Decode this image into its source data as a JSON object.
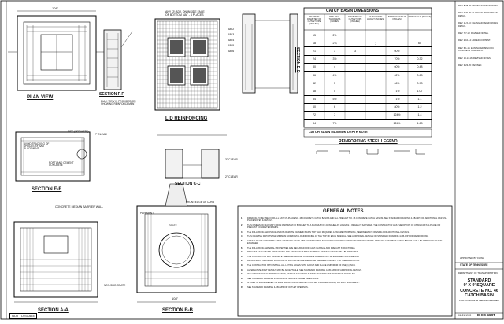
{
  "views": {
    "plan_view": "PLAN VIEW",
    "section_f": "SECTION F-F",
    "lid_reinforcing": "LID REINFORCING",
    "section_d": "SECTION D-D",
    "section_e": "SECTION E-E",
    "section_c": "SECTION C-C",
    "section_a": "SECTION A-A",
    "section_b": "SECTION B-B"
  },
  "dims": {
    "plan_width": "108\"",
    "b_width": "108\"",
    "clear_3": "3\" CLEAR",
    "clear_2": "2\" CLEAR",
    "clear_2b": "2\" CLEAR"
  },
  "bar_marks": [
    "A802",
    "A803",
    "A804",
    "A805",
    "A806"
  ],
  "notes_left": {
    "bulk_view": "BULK VIEW IS PROVIDED ON SHOWING REINFORCEMENT",
    "avoid_tracking": "AVOID TRACKING OF SPLICES BY BAR PLACEMENT",
    "portland": "PORTLAND CEMENT CONCRETE",
    "pipe": "PIPE (SEE NOTE)",
    "concrete_median": "CONCRETE MEDIAN BARRIER WALL",
    "front_edge": "FRONT EDGE OF CURB",
    "pavement": "PAVEMENT",
    "grate": "GRATE",
    "nonskid": "NON-SKID GRATE"
  },
  "catch_basin_table": {
    "title": "CATCH BASIN DIMENSIONS",
    "headers": [
      "MAXIMUM DIAMETER OF OUTLET PIPE (INCHES)",
      "PIPE WALL THICKNESS (INCHES)",
      "DIAMETER OF OUTLET PIPE (INCHES)",
      "OUTLET PIPE HEIGHT (INCHES)",
      "BARRIER HEIGHT (INCHES)",
      "PIPE HEIGHT (INCHES)"
    ],
    "rows": [
      [
        "15",
        "2½",
        "",
        "",
        "",
        ""
      ],
      [
        "18",
        "2¾",
        "",
        ")",
        "",
        "60"
      ],
      [
        "21",
        "3",
        "3",
        "",
        "60½",
        ""
      ],
      [
        "24",
        "3½",
        "",
        "",
        "70½",
        "0.32"
      ],
      [
        "30",
        "4",
        "",
        "",
        "60½",
        "0.48"
      ],
      [
        "36",
        "4½",
        "",
        "",
        "62½",
        "0.68"
      ],
      [
        "42",
        "5",
        "",
        "",
        "66½",
        "0.93"
      ],
      [
        "48",
        "5",
        "",
        "",
        "71½",
        "1.07"
      ],
      [
        "54",
        "5½",
        "",
        "",
        "71½",
        "1.1"
      ],
      [
        "60",
        "6",
        "",
        "",
        "80½",
        "1.2"
      ],
      [
        "72",
        "7",
        "",
        "",
        "124½",
        "1.4"
      ],
      [
        "84",
        "7½",
        "",
        "",
        "124½",
        "1.68"
      ]
    ],
    "footnote": "CATCH BASIN MAXIMUM DEPTH NOTE"
  },
  "reinforcing_legend": {
    "title": "REINFORCING STEEL LEGEND"
  },
  "general_notes": {
    "title": "GENERAL NOTES",
    "items": [
      "DRAWING TO BE USED FOR ALL CAST-IN-PLACE NO. 46 CONCRETE CATCH BASINS AND ALL PRECAST NO. 46 CONCRETE CATCH BASINS. SEE STANDARD DRAWING 4-CB-02P FOR ADDITIONAL CAST-IN-PLACE NOTES & DETAILS.",
      "THIS DIMENSION MAY VARY FROM A MINIMUM OF 8 INCHES TO A MAXIMUM OF 24 INCHES AS LONG AS 8 INCHES IS SATISFIED. THE CONTRACTOR HAS THE OPTION OF USING CAST-IN-PLACE OR PRECAST CONCRETE FRAMES.",
      "THE FOLLOWING MAY PLACE AN AXIS REMOTE FRAME IN BASIN TOP THAT REQUIRES A PAVEMENT OPENING, SEE PAVEMENT OPENING FOR ADDITIONAL DETAILS.",
      "THIS DRAWING DEPICTS THE MINIMUM HORIZONTAL REINFORCING AT THE TOP OF EACH SIDEWALL SEE ADDITIONAL DETAILS ON STANDARD DRAWING 4-CB-02P FOR REINFORCING.",
      "CAST-IN-PLACE CONCRETE CATCH BASIN WALL SHALL BE CONSTRUCTED IN ACCORDANCE WITH STANDARD SPECIFICATIONS. PRECAST CONCRETE CATCH BASINS SHALL BE APPROVED BY THE ENGINEER.",
      "THE FOLLOWING MATERIAL PROPERTIES ARE REQUIRED FOR CAST-IN-PLACE AND PRECAST STRUCTURES.",
      "PRECAST CATCH BASIN UNITS WHICH ARE DAMAGED DURING SHIPPING OR INSTALLATION WILL BE REJECTED.",
      "THE CONTRACTOR MAY ELIMINATE THE BASE AND USE CONCRETE BASE FILL AT THE ENGINEER'S DISCRETION.",
      "APPROPRIATE SIGNS AND LOCATION OF LIFTING DEVICES SHALL BE THE RESPONSIBILITY OF THE FABRICATOR.",
      "THE CONTRACTOR IS TO INSTALL ALL LIFTING HOLES WITH GROUT AND PLACE A MINIMUM OF ONE (1) INCH.",
      "ALTERNATIVE JOINT DETAILS MAY BE ACCEPTABLE. SEE STANDARD DRAWING 4-CB-02P FOR ADDITIONAL DETAILS.",
      "IN A CONTINUOUS FLOW APPLICATION, USE THE ELEVATION SHOWN ON THE PLANS TO SET THE FLOW LINE.",
      "SEE STANDARD DRAWING 4-CB-01P FOR GRATE & FRAME DIMENSIONS.",
      "IF A DEPTH MEASUREMENT IS MADE FROM TOP OF GRATE TO OUTLET FLOW ELEVATION, PAYMENT INCLUDES ...",
      "SEE STANDARD DRAWING 4-CB-02P FOR OUTLET OPENINGS."
    ]
  },
  "title_block": {
    "approved": "APPROVED BY FHWA",
    "state": "STATE OF TENNESSEE",
    "dept": "DEPARTMENT OF TRANSPORTATION",
    "title1": "STANDARD",
    "title2": "9' X 9' SQUARE",
    "title3": "CONCRETE NO. 46",
    "title4": "CATCH BASIN",
    "subtitle": "FOR CONCRETE MEDIAN BARRIER",
    "date": "06-21-1999",
    "drawing_no": "D-CB-46ST"
  },
  "right_notes": {
    "n1": "REV. 8-28-06: MODIFIED REBAR DETAIL.",
    "n2": "REV. 7-20-09: CHANGED REINFORCING DETAIL.",
    "n3": "REV. 11-5-10: CHANGED REINFORCING DETAIL.",
    "n4": "REV. 7-7-13: REVISED NOTES.",
    "n5": "REV. 2-10-14: ADDED CONTENT.",
    "n6": "REV. 6-1-15: ELIMINATED SPECIFIC CONCRETE STRENGTH.",
    "n7": "REV. 10-14-16: REVISED NOTES.",
    "n8": "REV. 3-23-20: REVISED."
  },
  "footer": {
    "not_to_scale": "NOT TO SCALE"
  }
}
